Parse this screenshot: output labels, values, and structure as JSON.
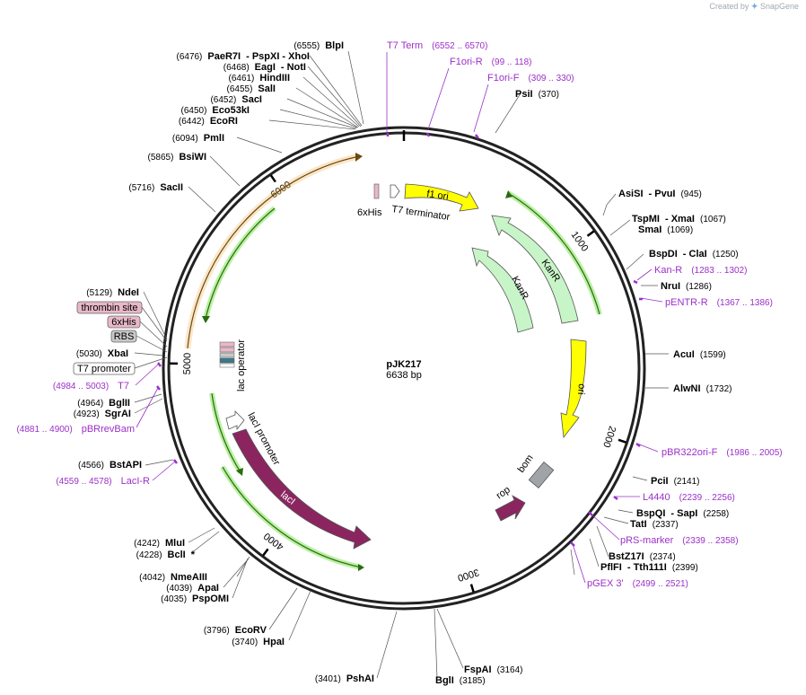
{
  "header": {
    "credit_prefix": "Created by",
    "credit_brand": "SnapGene"
  },
  "plasmid": {
    "name": "pJK217",
    "size_label": "6638 bp",
    "length_bp": 6638
  },
  "colors": {
    "primer": "#9b30c8",
    "lacI": "#8b2560",
    "ori": "#ffff00",
    "kanR": "#c8f5c8",
    "f1_ori": "#ffff00",
    "orange_arrow": "#f4b860",
    "green_arrow": "#4ca82c",
    "rop": "#8b2560",
    "bom": "#a0a4a8"
  },
  "ticks": [
    {
      "label": "1000",
      "bp": 1000
    },
    {
      "label": "2000",
      "bp": 2000
    },
    {
      "label": "3000",
      "bp": 3000
    },
    {
      "label": "4000",
      "bp": 4000
    },
    {
      "label": "5000",
      "bp": 5000
    },
    {
      "label": "6000",
      "bp": 6000
    }
  ],
  "sites_left": [
    {
      "pos": "(6476)",
      "name": "PaeR7I",
      "extra": "- PspXI - XhoI"
    },
    {
      "pos": "(6468)",
      "name": "EagI",
      "extra": "- NotI"
    },
    {
      "pos": "(6461)",
      "name": "HindIII",
      "extra": ""
    },
    {
      "pos": "(6455)",
      "name": "SalI",
      "extra": ""
    },
    {
      "pos": "(6452)",
      "name": "SacI",
      "extra": ""
    },
    {
      "pos": "(6450)",
      "name": "Eco53kI",
      "extra": ""
    },
    {
      "pos": "(6442)",
      "name": "EcoRI",
      "extra": ""
    },
    {
      "pos": "(6094)",
      "name": "PmlI",
      "extra": ""
    },
    {
      "pos": "(5865)",
      "name": "BsiWI",
      "extra": ""
    },
    {
      "pos": "(5716)",
      "name": "SacII",
      "extra": ""
    },
    {
      "pos": "(5129)",
      "name": "NdeI",
      "extra": ""
    },
    {
      "pos": "(5030)",
      "name": "XbaI",
      "extra": ""
    },
    {
      "pos": "(4964)",
      "name": "BglII",
      "extra": ""
    },
    {
      "pos": "(4923)",
      "name": "SgrAI",
      "extra": ""
    },
    {
      "pos": "(4566)",
      "name": "BstAPI",
      "extra": ""
    },
    {
      "pos": "(4242)",
      "name": "MluI",
      "extra": ""
    },
    {
      "pos": "(4228)",
      "name": "BclI",
      "extra": "*"
    },
    {
      "pos": "(4042)",
      "name": "NmeAIII",
      "extra": ""
    },
    {
      "pos": "(4039)",
      "name": "ApaI",
      "extra": ""
    },
    {
      "pos": "(4035)",
      "name": "PspOMI",
      "extra": ""
    },
    {
      "pos": "(3796)",
      "name": "EcoRV",
      "extra": ""
    },
    {
      "pos": "(3740)",
      "name": "HpaI",
      "extra": ""
    },
    {
      "pos": "(3401)",
      "name": "PshAI",
      "extra": ""
    }
  ],
  "site_blpi": {
    "pos": "(6555)",
    "name": "BlpI"
  },
  "sites_right": [
    {
      "name": "PsiI",
      "pos": "(370)"
    },
    {
      "name": "AsiSI",
      "extra": "- PvuI",
      "pos": "(945)"
    },
    {
      "name": "TspMI",
      "extra": "- XmaI",
      "pos": "(1067)"
    },
    {
      "name": "SmaI",
      "extra": "",
      "pos": "(1069)"
    },
    {
      "name": "BspDI",
      "extra": "- ClaI",
      "pos": "(1250)"
    },
    {
      "name": "NruI",
      "extra": "",
      "pos": "(1286)"
    },
    {
      "name": "AcuI",
      "extra": "",
      "pos": "(1599)"
    },
    {
      "name": "AlwNI",
      "extra": "",
      "pos": "(1732)"
    },
    {
      "name": "PciI",
      "extra": "",
      "pos": "(2141)"
    },
    {
      "name": "BspQI",
      "extra": "- SapI",
      "pos": "(2258)"
    },
    {
      "name": "TatI",
      "extra": "",
      "pos": "(2337)"
    },
    {
      "name": "BstZ17I",
      "extra": "",
      "pos": "(2374)"
    },
    {
      "name": "PflFI",
      "extra": "- Tth111I",
      "pos": "(2399)"
    },
    {
      "name": "FspAI",
      "extra": "",
      "pos": "(3164)"
    },
    {
      "name": "BglI",
      "extra": "",
      "pos": "(3185)"
    }
  ],
  "primers": [
    {
      "name": "T7 Term",
      "range": "(6552 .. 6570)"
    },
    {
      "name": "F1ori-R",
      "range": "(99 .. 118)"
    },
    {
      "name": "F1ori-F",
      "range": "(309 .. 330)"
    },
    {
      "name": "Kan-R",
      "range": "(1283 .. 1302)"
    },
    {
      "name": "pENTR-R",
      "range": "(1367 .. 1386)"
    },
    {
      "name": "pBR322ori-F",
      "range": "(1986 .. 2005)"
    },
    {
      "name": "L4440",
      "range": "(2239 .. 2256)"
    },
    {
      "name": "pRS-marker",
      "range": "(2339 .. 2358)"
    },
    {
      "name": "pGEX 3'",
      "range": "(2499 .. 2521)"
    },
    {
      "name": "T7",
      "range": "(4984 .. 5003)"
    },
    {
      "name": "pBRrevBam",
      "range": "(4881 .. 4900)"
    },
    {
      "name": "LacI-R",
      "range": "(4559 .. 4578)"
    }
  ],
  "boxed_labels": [
    {
      "text": "thrombin site",
      "fill": "#e8b8c8"
    },
    {
      "text": "6xHis",
      "fill": "#e8b8c8"
    },
    {
      "text": "RBS",
      "fill": "#c8c8c8"
    },
    {
      "text": "T7 promoter",
      "fill": "#ffffff"
    }
  ],
  "features": {
    "f1_ori": "f1 ori",
    "kanR_outer": "KanR",
    "kanR_inner": "KanR",
    "ori": "ori",
    "bom": "bom",
    "rop": "rop",
    "lacI": "lacI",
    "lacI_promoter": "lacI promoter",
    "lac_operator": "lac operator",
    "his_6x": "6xHis",
    "t7_terminator": "T7 terminator"
  }
}
